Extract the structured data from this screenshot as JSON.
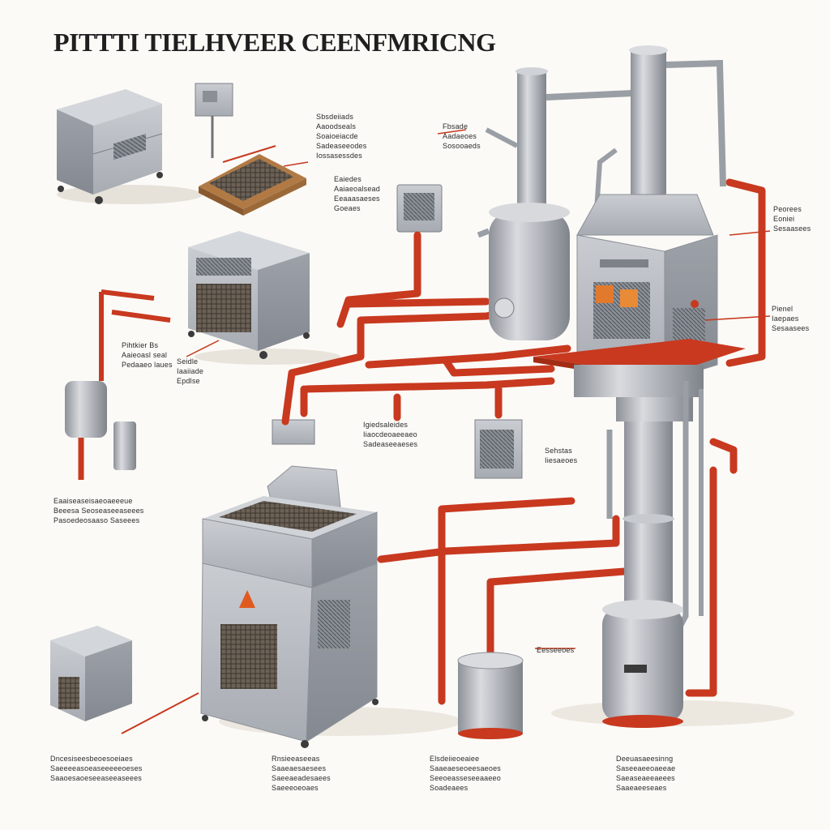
{
  "diagram": {
    "title": "PITTTI TIELHVEER CEENFMRICNG",
    "pipe_color": "#c8391f",
    "metal_color": "#b3b6bc",
    "metal_dark": "#8e929a",
    "labels": {
      "l1": [
        "Sbsdeiiads",
        "Aaoodseals",
        "Soaioeiacde",
        "Sadeaseeodes",
        "Iossasessdes"
      ],
      "l2": [
        "Eaiedes",
        "Aaiaeoalsead",
        "Eeaaasaeses",
        "Goeaes"
      ],
      "l3": [
        "Fbsade",
        "Aadaeoes",
        "Sosooaeds"
      ],
      "l4": [
        "Peorees",
        "Eoniei",
        "Sesaasees"
      ],
      "l5": [
        "Pienel",
        "Iaepaes",
        "Sesaasees"
      ],
      "l6": [
        "Pihtkier Bs",
        "Aaieoasl seal",
        "Pedaaeo laues"
      ],
      "l7": [
        "Seidle",
        "Iaaiiade",
        "Epdlse"
      ],
      "l8": [
        "Igiedsaleides",
        "Iiaocdeoaeeaeo",
        "Sadeaseeaeses"
      ],
      "l9": [
        "Sehstas",
        "Iiesaeoes"
      ],
      "l10": [
        "Eaaiseaseisaeoaeeeue",
        "Beeesa Seoseaseeaseees",
        "Pasoedeosaaso Saseees"
      ],
      "l11": [
        "Eesseeoes"
      ],
      "l12": [
        "Dncesiseesbeoesoeiaes",
        "Saeeeeasoeaseeeeeoeses",
        "Saaoesaoeseeaseeaseees"
      ],
      "l13": [
        "Rnsieeaseeas",
        "Saaeaesaesees",
        "Saeeaeadesaees",
        "Saeeeoeoaes"
      ],
      "l14": [
        "Elsdeiieoeaiee",
        "Saaeaeseoeesaeoes",
        "Seeoeasseseeaaeeo",
        "Soadeaees"
      ],
      "l15": [
        "Deeuasaeesinng",
        "Saseeaeeoaeeae",
        "Saeaseaeeaeees",
        "Saaeaeeseaes"
      ]
    }
  }
}
